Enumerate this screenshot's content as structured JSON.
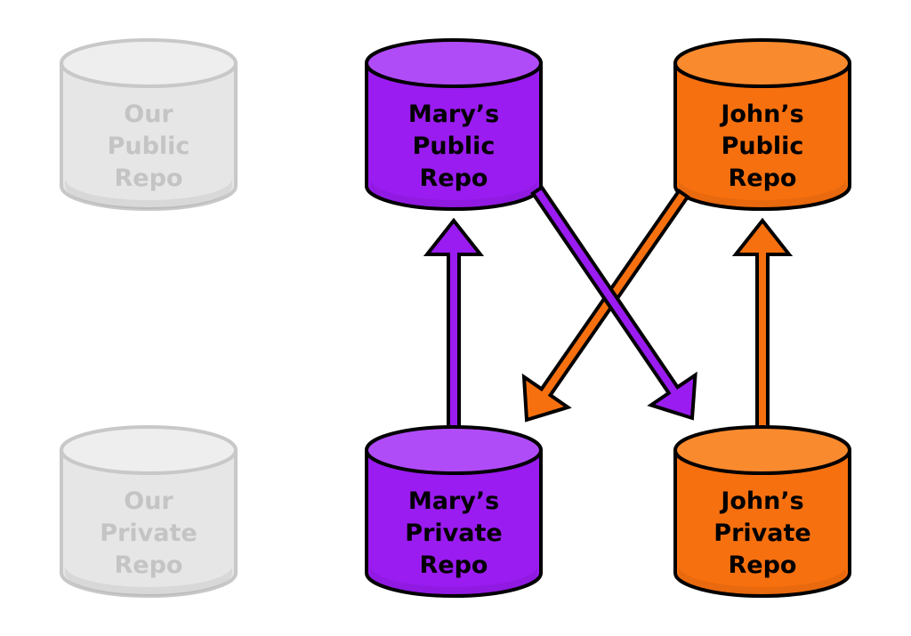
{
  "colors": {
    "purple": "#9a1cf0",
    "purple_top": "#b04cf7",
    "orange": "#f7700f",
    "orange_top": "#fa8a2e",
    "gray_fill": "#e6e6e6",
    "gray_top": "#eeeeee",
    "gray_stroke": "#c8c8c8",
    "gray_text": "#c4c4c4",
    "outline": "#000000"
  },
  "repos": [
    {
      "id": "our-public",
      "lines": [
        "Our",
        "Public",
        "Repo"
      ],
      "theme": "gray"
    },
    {
      "id": "our-private",
      "lines": [
        "Our",
        "Private",
        "Repo"
      ],
      "theme": "gray"
    },
    {
      "id": "mary-public",
      "lines": [
        "Mary’s",
        "Public",
        "Repo"
      ],
      "theme": "purple"
    },
    {
      "id": "mary-private",
      "lines": [
        "Mary’s",
        "Private",
        "Repo"
      ],
      "theme": "purple"
    },
    {
      "id": "john-public",
      "lines": [
        "John’s",
        "Public",
        "Repo"
      ],
      "theme": "orange"
    },
    {
      "id": "john-private",
      "lines": [
        "John’s",
        "Private",
        "Repo"
      ],
      "theme": "orange"
    }
  ],
  "arrows": [
    {
      "from": "mary-private",
      "to": "mary-public",
      "theme": "purple"
    },
    {
      "from": "john-private",
      "to": "john-public",
      "theme": "orange"
    },
    {
      "from": "john-public",
      "to": "mary-private",
      "theme": "orange"
    },
    {
      "from": "mary-public",
      "to": "john-private",
      "theme": "purple"
    }
  ]
}
